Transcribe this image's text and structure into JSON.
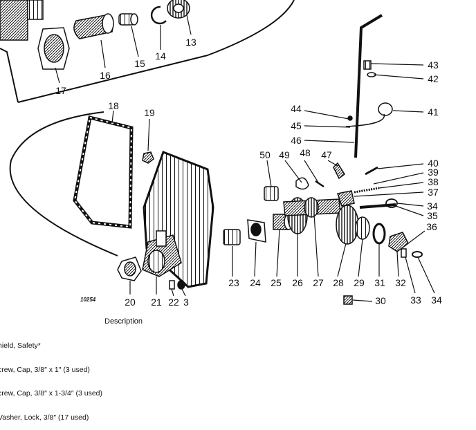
{
  "figure_ref": "10254",
  "callouts": [
    "13",
    "14",
    "15",
    "16",
    "17",
    "18",
    "19",
    "20",
    "21",
    "22",
    "3",
    "23",
    "24",
    "25",
    "26",
    "27",
    "28",
    "29",
    "31",
    "32",
    "33",
    "34",
    "30",
    "35",
    "36",
    "34",
    "37",
    "38",
    "39",
    "40",
    "41",
    "42",
    "43",
    "44",
    "45",
    "46",
    "47",
    "48",
    "49",
    "50"
  ],
  "description_header": "Description",
  "description_lines": [
    "hield, Safety*",
    "crew, Cap, 3/8″ x 1″ (3 used)",
    "crew, Cap, 3/8″ x 1-3/4″ (3 used)",
    "Vasher, Lock, 3/8″ (17 used)"
  ]
}
